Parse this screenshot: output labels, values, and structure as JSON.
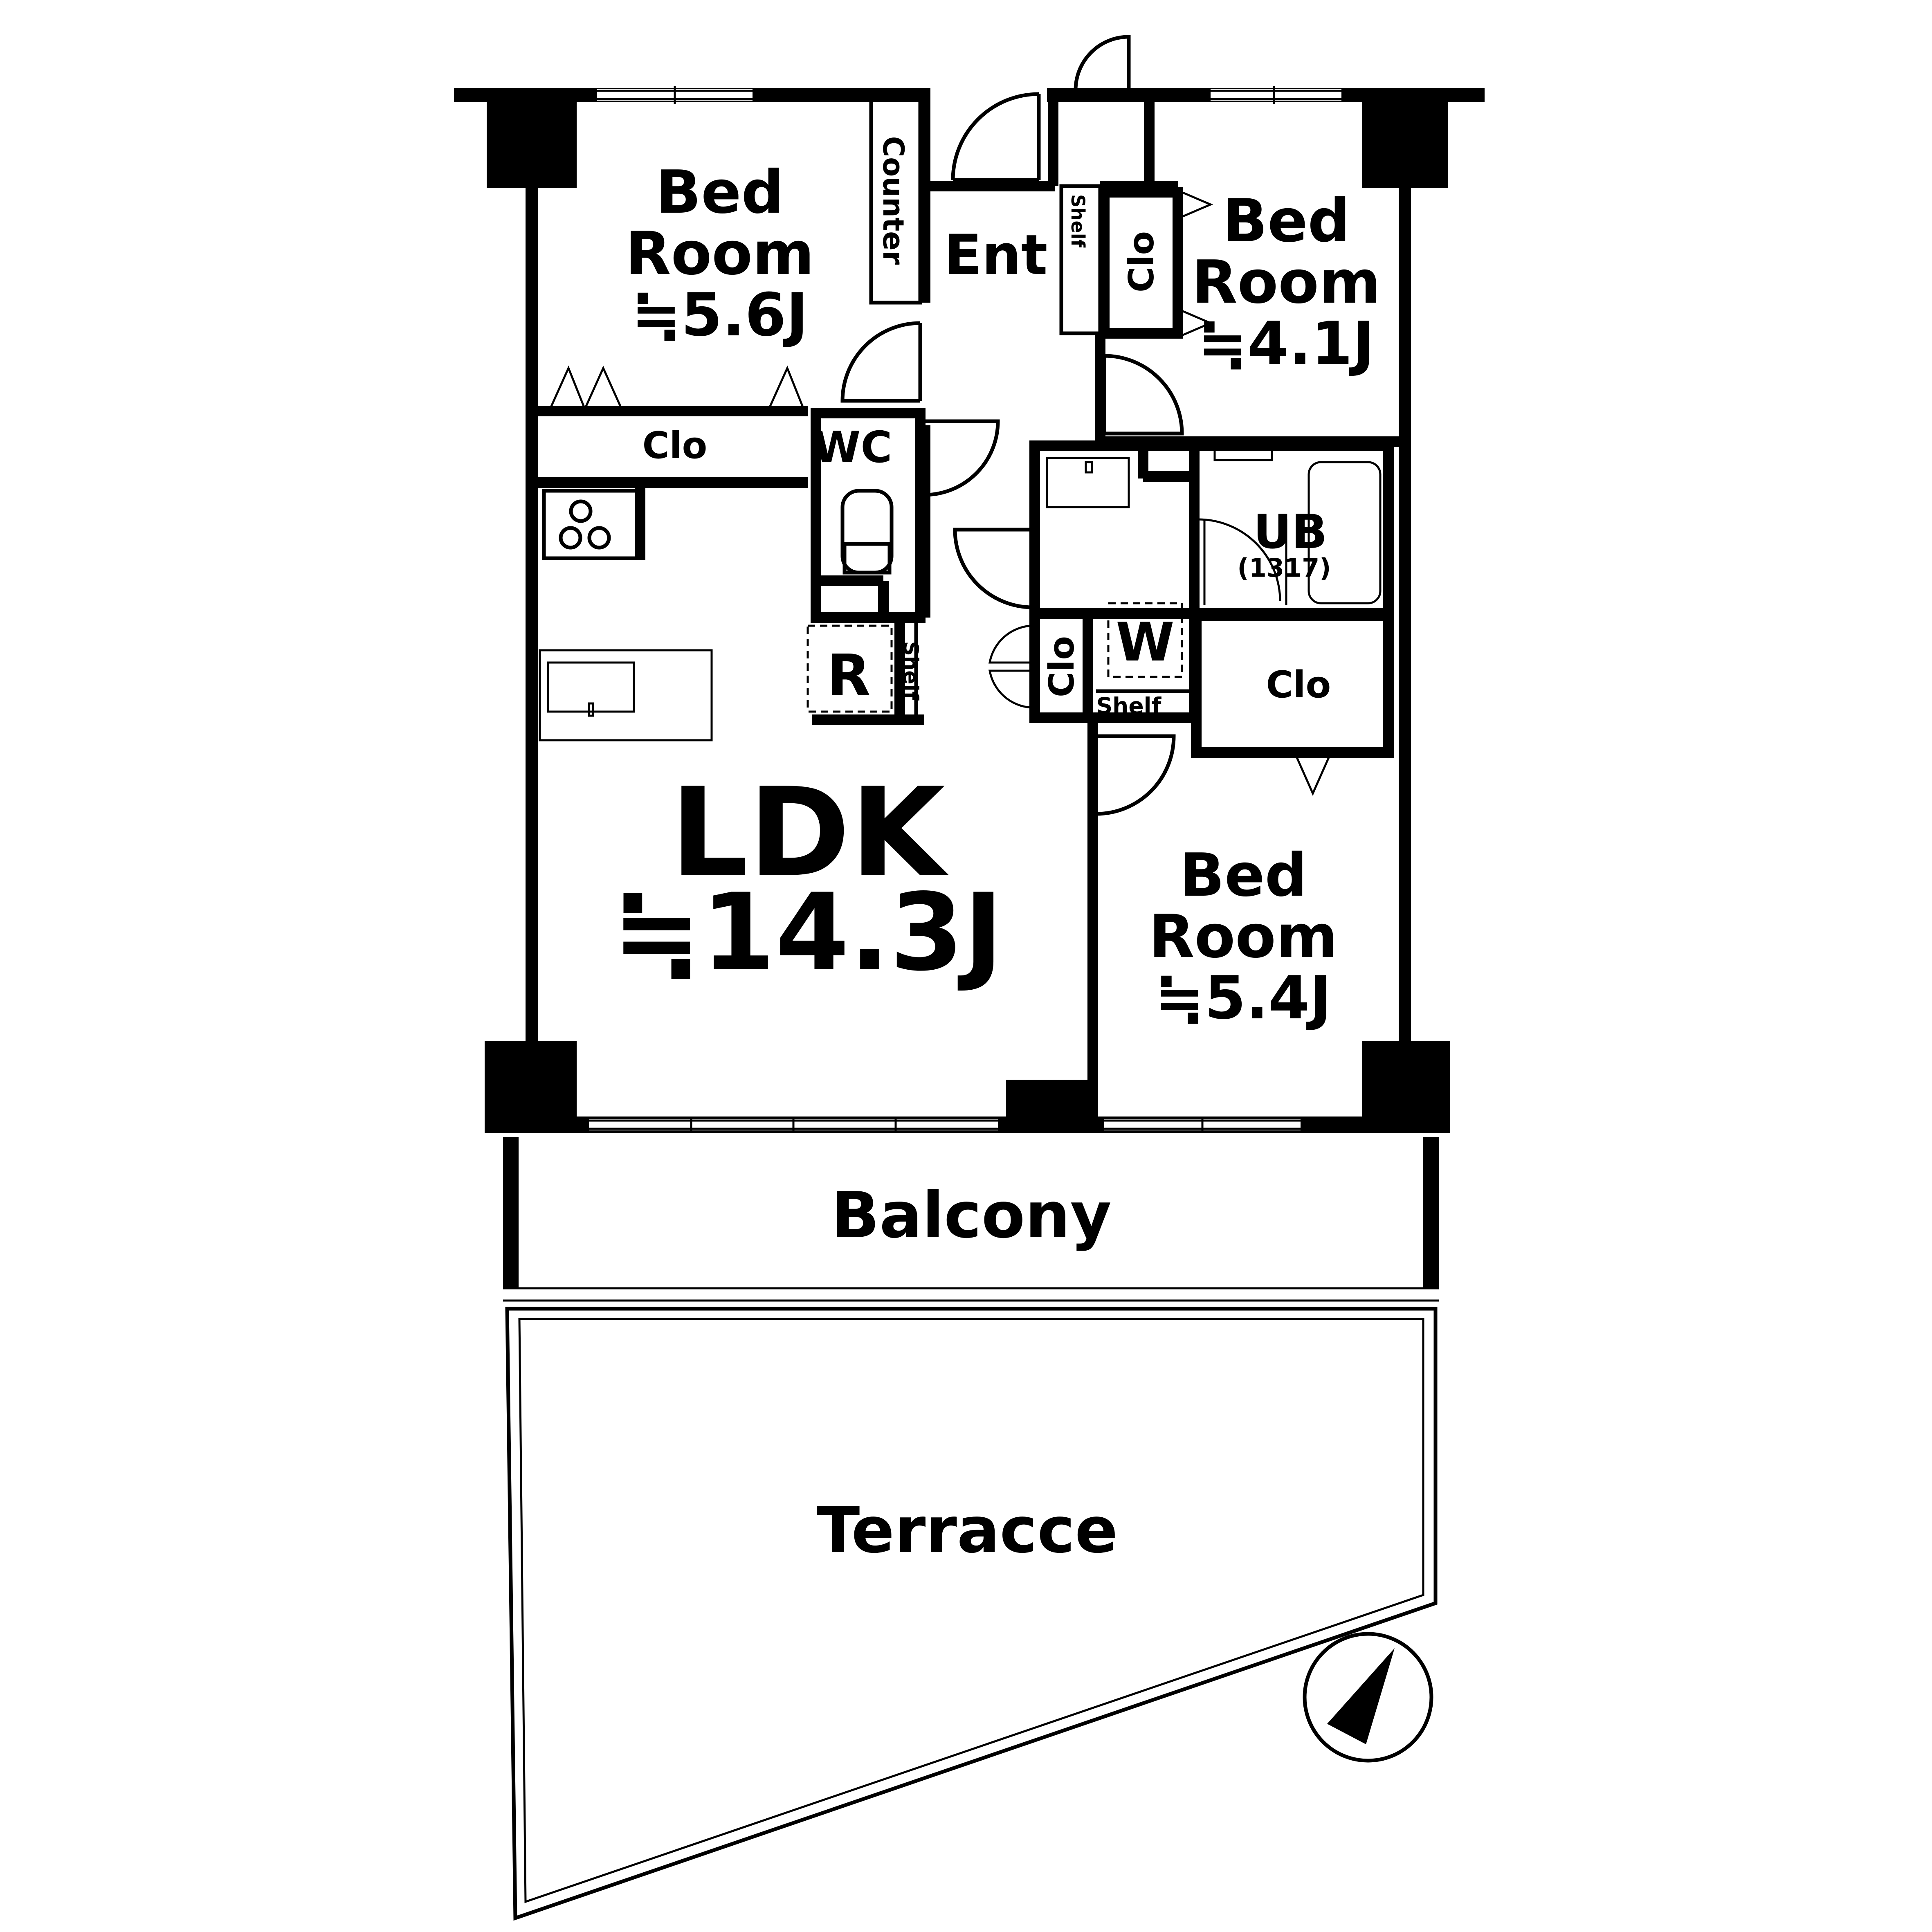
{
  "rooms": {
    "bed1": {
      "name_line1": "Bed",
      "name_line2": "Room",
      "size": "≒5.6J"
    },
    "bed2": {
      "name_line1": "Bed",
      "name_line2": "Room",
      "size": "≒4.1J"
    },
    "bed3": {
      "name_line1": "Bed",
      "name_line2": "Room",
      "size": "≒5.4J"
    },
    "ldk": {
      "name": "LDK",
      "size": "≒14.3J"
    },
    "entrance": "Ent",
    "wc": "WC",
    "ub": {
      "name": "UB",
      "size": "(1317)"
    },
    "closet_bed1": "Clo",
    "closet_bed2": "Clo",
    "closet_hall": "Clo",
    "closet_bed3": "Clo",
    "counter": "Counter",
    "shelf_ent": "Shelf",
    "shelf_r": "Shelf",
    "shelf_w": "Shelf",
    "refrigerator": "R",
    "washer": "W",
    "balcony": "Balcony",
    "terrace": "Terracce"
  },
  "compass": {
    "icon": "north-arrow-icon"
  }
}
